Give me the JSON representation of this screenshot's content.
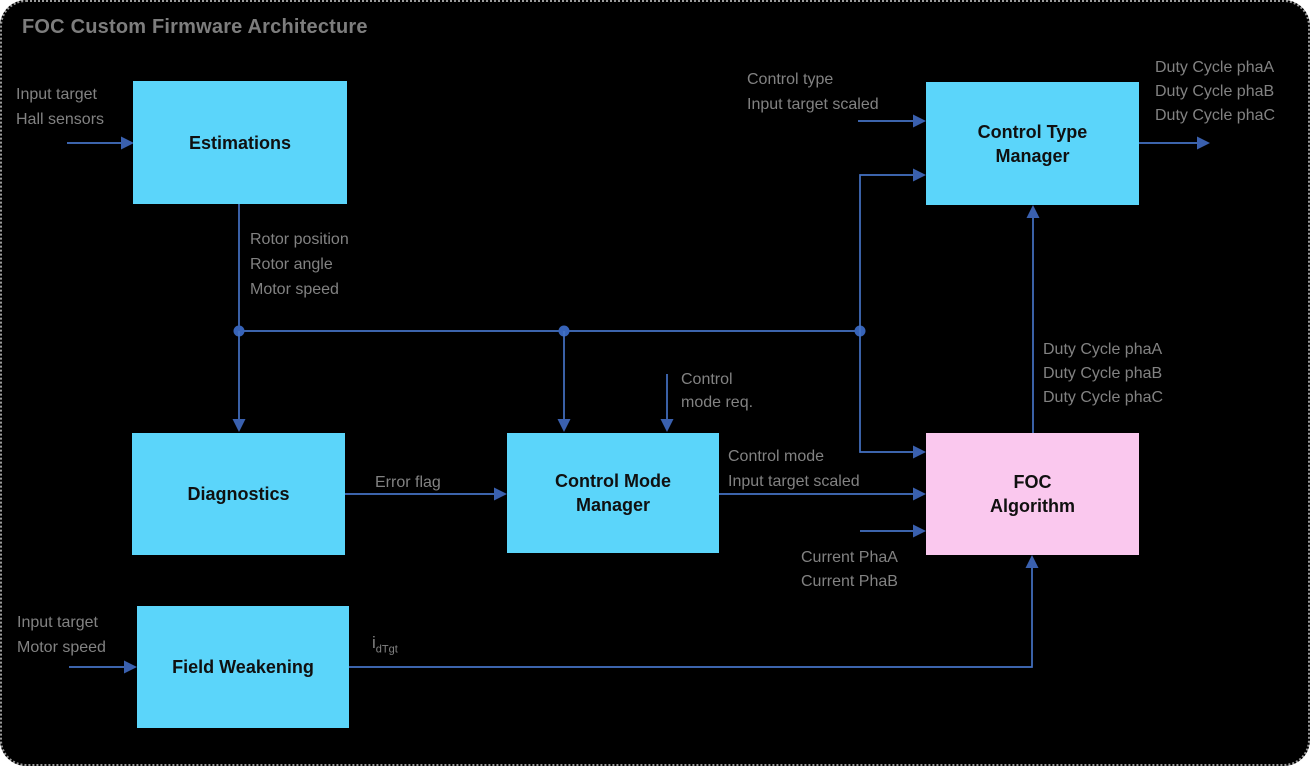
{
  "title": "FOC Custom Firmware Architecture",
  "colors": {
    "canvas-bg": "#000000",
    "page-bg": "#ffffff",
    "node-cyan": "#5bd5fa",
    "node-pink": "#fac8ee",
    "node-text": "#101010",
    "label-gray": "#828282",
    "title-gray": "#7d7d7d",
    "line-blue": "#4472c4",
    "arrow-blue": "#3a60ae",
    "dot-blue": "#3763b8",
    "border-dot": "#9b9b9b"
  },
  "nodes": {
    "estimations": {
      "lines": [
        "Estimations"
      ]
    },
    "control_type_manager": {
      "lines": [
        "Control Type",
        "Manager"
      ]
    },
    "diagnostics": {
      "lines": [
        "Diagnostics"
      ]
    },
    "control_mode_manager": {
      "lines": [
        "Control Mode",
        "Manager"
      ]
    },
    "foc_algorithm": {
      "lines": [
        "FOC",
        "Algorithm"
      ]
    },
    "field_weakening": {
      "lines": [
        "Field Weakening"
      ]
    }
  },
  "annotations": {
    "estimations_inputs": [
      "Input target",
      "Hall sensors"
    ],
    "estimations_outputs": [
      "Rotor position",
      "Rotor angle",
      "Motor speed"
    ],
    "control_type_inputs": [
      "Control type",
      "Input target scaled"
    ],
    "duty_cycle_outputs": [
      "Duty Cycle phaA",
      "Duty Cycle phaB",
      "Duty Cycle phaC"
    ],
    "duty_cycle_foc": [
      "Duty Cycle phaA",
      "Duty Cycle phaB",
      "Duty Cycle phaC"
    ],
    "control_mode_req": [
      "Control",
      "mode req."
    ],
    "error_flag": [
      "Error flag"
    ],
    "control_mode_outputs": [
      "Control mode",
      "Input target scaled"
    ],
    "current_inputs": [
      "Current PhaA",
      "Current PhaB"
    ],
    "field_weakening_inputs": [
      "Input target",
      "Motor speed"
    ],
    "idtgt_base": "i",
    "idtgt_sub": "dTgt"
  }
}
